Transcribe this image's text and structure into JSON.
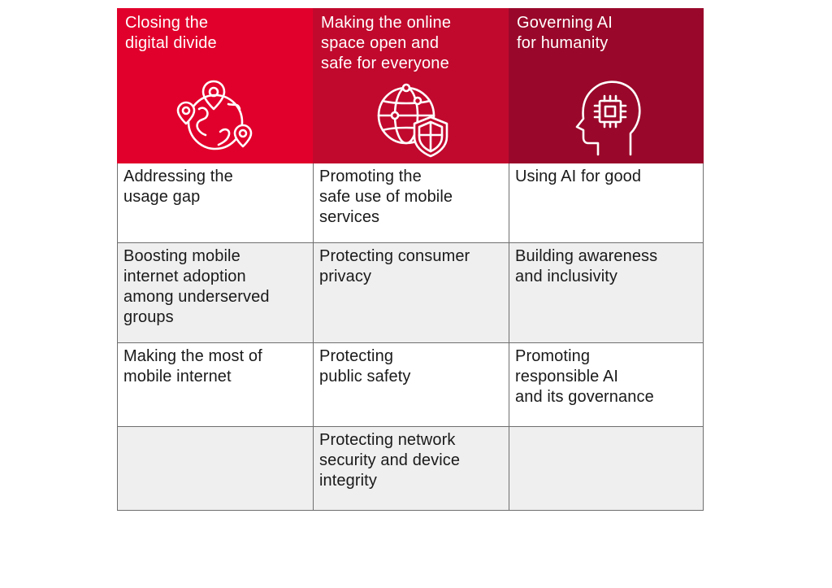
{
  "colors": {
    "col1_header": "#e1002b",
    "col2_header": "#c1092d",
    "col3_header": "#99082a",
    "shaded_row": "#efefef",
    "border": "#6f6f6f"
  },
  "columns": [
    {
      "title": "Closing the\ndigital divide",
      "icon": "globe-location-pins-icon",
      "items": [
        "Addressing the\nusage gap",
        "Boosting mobile\ninternet adoption\namong underserved\ngroups",
        "Making the most of\nmobile internet",
        ""
      ]
    },
    {
      "title": "Making the online\nspace open and\nsafe for everyone",
      "icon": "globe-shield-icon",
      "items": [
        "Promoting the\nsafe use of mobile\nservices",
        "Protecting consumer\nprivacy",
        "Protecting\npublic safety",
        "Protecting network\nsecurity and device\nintegrity"
      ]
    },
    {
      "title": "Governing AI\nfor humanity",
      "icon": "head-chip-icon",
      "items": [
        "Using AI for good",
        "Building awareness\nand inclusivity",
        "Promoting\nresponsible AI\nand its governance",
        ""
      ]
    }
  ]
}
